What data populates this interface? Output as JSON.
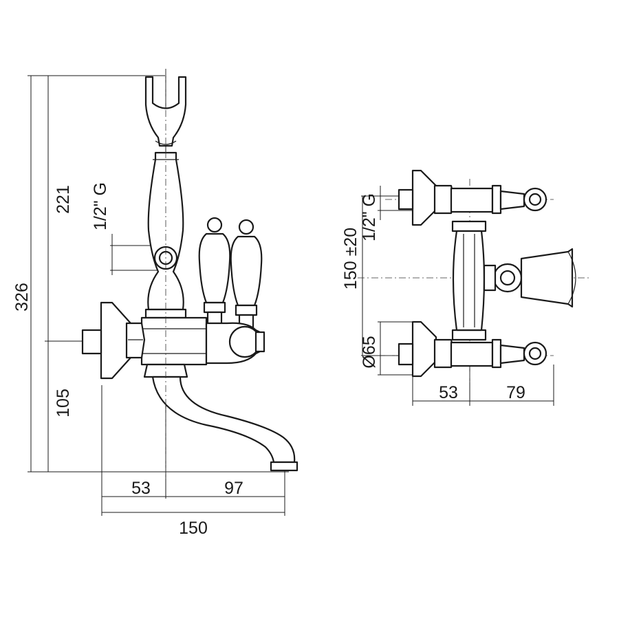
{
  "front_view": {
    "dimensions": {
      "total_height": "326",
      "upper_height": "221",
      "lower_height": "105",
      "left_width": "53",
      "right_width": "97",
      "total_width": "150",
      "thread": "1/2\" G"
    }
  },
  "top_view": {
    "dimensions": {
      "center_distance": "150 ±20",
      "thread": "1/2\" G",
      "diameter": "Ø65",
      "left_width": "53",
      "right_width": "79"
    }
  }
}
